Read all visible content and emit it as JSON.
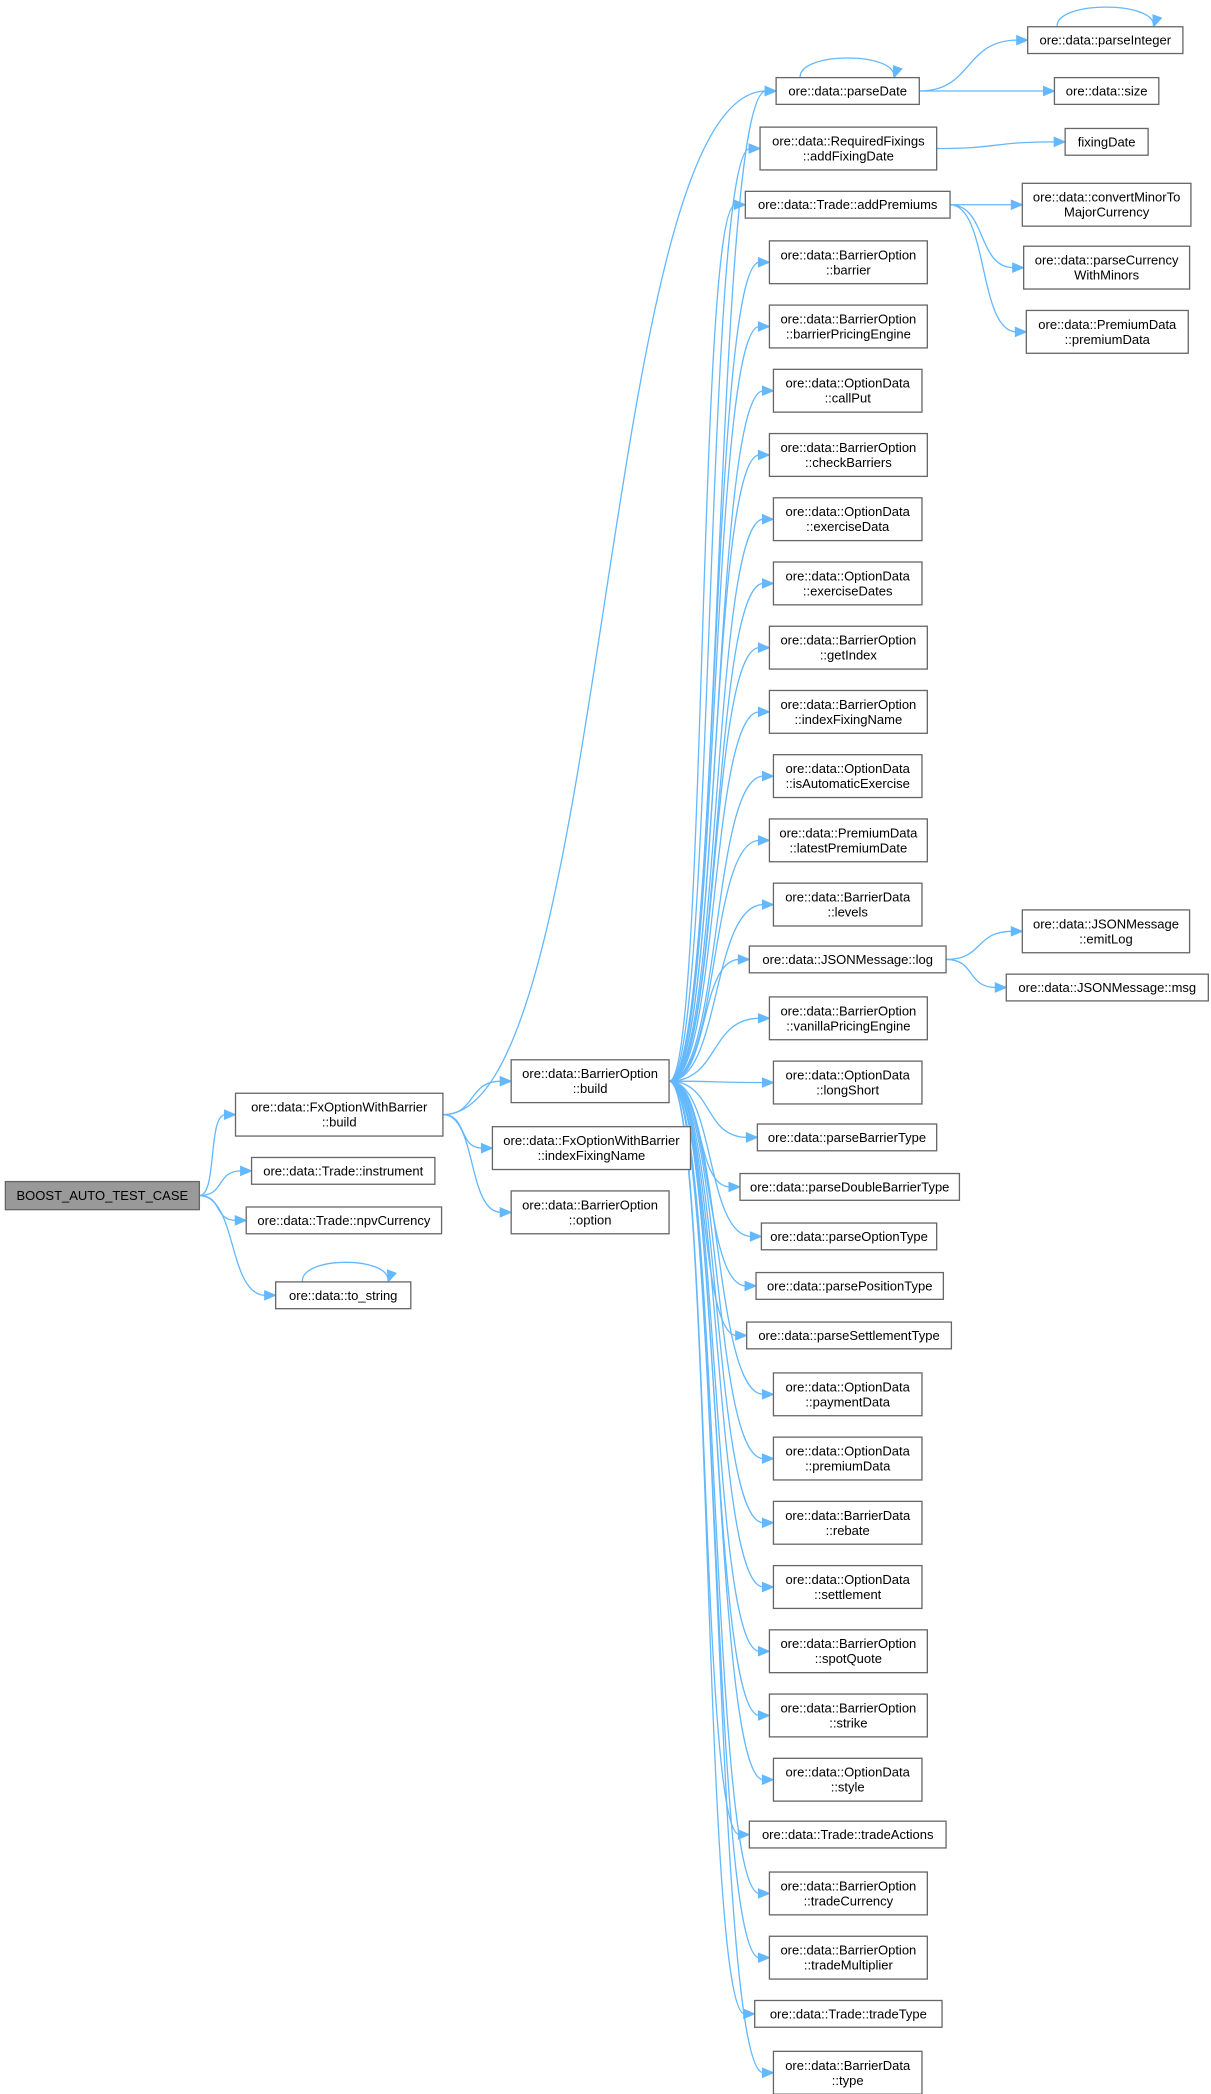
{
  "graph": {
    "root": "n_root",
    "nodes": [
      {
        "id": "n_root",
        "lines": [
          "BOOST_AUTO_TEST_CASE"
        ]
      },
      {
        "id": "n_fxbuild",
        "lines": [
          "ore::data::FxOptionWithBarrier",
          "::build"
        ]
      },
      {
        "id": "n_instrument",
        "lines": [
          "ore::data::Trade::instrument"
        ]
      },
      {
        "id": "n_npvcurrency",
        "lines": [
          "ore::data::Trade::npvCurrency"
        ]
      },
      {
        "id": "n_tostring",
        "lines": [
          "ore::data::to_string"
        ]
      },
      {
        "id": "n_bobuild",
        "lines": [
          "ore::data::BarrierOption",
          "::build"
        ]
      },
      {
        "id": "n_fxindexfixing",
        "lines": [
          "ore::data::FxOptionWithBarrier",
          "::indexFixingName"
        ]
      },
      {
        "id": "n_option",
        "lines": [
          "ore::data::BarrierOption",
          "::option"
        ]
      },
      {
        "id": "n_parsedate",
        "lines": [
          "ore::data::parseDate"
        ]
      },
      {
        "id": "n_addfixingdate",
        "lines": [
          "ore::data::RequiredFixings",
          "::addFixingDate"
        ]
      },
      {
        "id": "n_addpremiums",
        "lines": [
          "ore::data::Trade::addPremiums"
        ]
      },
      {
        "id": "n_barrier",
        "lines": [
          "ore::data::BarrierOption",
          "::barrier"
        ]
      },
      {
        "id": "n_barrierpricing",
        "lines": [
          "ore::data::BarrierOption",
          "::barrierPricingEngine"
        ]
      },
      {
        "id": "n_callput",
        "lines": [
          "ore::data::OptionData",
          "::callPut"
        ]
      },
      {
        "id": "n_checkbarriers",
        "lines": [
          "ore::data::BarrierOption",
          "::checkBarriers"
        ]
      },
      {
        "id": "n_exercisedata",
        "lines": [
          "ore::data::OptionData",
          "::exerciseData"
        ]
      },
      {
        "id": "n_exercisedates",
        "lines": [
          "ore::data::OptionData",
          "::exerciseDates"
        ]
      },
      {
        "id": "n_getindex",
        "lines": [
          "ore::data::BarrierOption",
          "::getIndex"
        ]
      },
      {
        "id": "n_indexfixingname",
        "lines": [
          "ore::data::BarrierOption",
          "::indexFixingName"
        ]
      },
      {
        "id": "n_isautomatic",
        "lines": [
          "ore::data::OptionData",
          "::isAutomaticExercise"
        ]
      },
      {
        "id": "n_latestpremium",
        "lines": [
          "ore::data::PremiumData",
          "::latestPremiumDate"
        ]
      },
      {
        "id": "n_levels",
        "lines": [
          "ore::data::BarrierData",
          "::levels"
        ]
      },
      {
        "id": "n_jsonlog",
        "lines": [
          "ore::data::JSONMessage::log"
        ]
      },
      {
        "id": "n_vanillapricing",
        "lines": [
          "ore::data::BarrierOption",
          "::vanillaPricingEngine"
        ]
      },
      {
        "id": "n_longshort",
        "lines": [
          "ore::data::OptionData",
          "::longShort"
        ]
      },
      {
        "id": "n_parsebarriertype",
        "lines": [
          "ore::data::parseBarrierType"
        ]
      },
      {
        "id": "n_parsedoublebarrier",
        "lines": [
          "ore::data::parseDoubleBarrierType"
        ]
      },
      {
        "id": "n_parseoptiontype",
        "lines": [
          "ore::data::parseOptionType"
        ]
      },
      {
        "id": "n_parsepositiontype",
        "lines": [
          "ore::data::parsePositionType"
        ]
      },
      {
        "id": "n_parsesettlementtype",
        "lines": [
          "ore::data::parseSettlementType"
        ]
      },
      {
        "id": "n_paymentdata",
        "lines": [
          "ore::data::OptionData",
          "::paymentData"
        ]
      },
      {
        "id": "n_premiumdata_od",
        "lines": [
          "ore::data::OptionData",
          "::premiumData"
        ]
      },
      {
        "id": "n_rebate",
        "lines": [
          "ore::data::BarrierData",
          "::rebate"
        ]
      },
      {
        "id": "n_settlement",
        "lines": [
          "ore::data::OptionData",
          "::settlement"
        ]
      },
      {
        "id": "n_spotquote",
        "lines": [
          "ore::data::BarrierOption",
          "::spotQuote"
        ]
      },
      {
        "id": "n_strike",
        "lines": [
          "ore::data::BarrierOption",
          "::strike"
        ]
      },
      {
        "id": "n_style",
        "lines": [
          "ore::data::OptionData",
          "::style"
        ]
      },
      {
        "id": "n_tradeactions",
        "lines": [
          "ore::data::Trade::tradeActions"
        ]
      },
      {
        "id": "n_tradecurrency",
        "lines": [
          "ore::data::BarrierOption",
          "::tradeCurrency"
        ]
      },
      {
        "id": "n_trademultiplier",
        "lines": [
          "ore::data::BarrierOption",
          "::tradeMultiplier"
        ]
      },
      {
        "id": "n_tradetype",
        "lines": [
          "ore::data::Trade::tradeType"
        ]
      },
      {
        "id": "n_type",
        "lines": [
          "ore::data::BarrierData",
          "::type"
        ]
      },
      {
        "id": "n_parseinteger",
        "lines": [
          "ore::data::parseInteger"
        ]
      },
      {
        "id": "n_size",
        "lines": [
          "ore::data::size"
        ]
      },
      {
        "id": "n_fixingdate",
        "lines": [
          "fixingDate"
        ]
      },
      {
        "id": "n_convertminor",
        "lines": [
          "ore::data::convertMinorTo",
          "MajorCurrency"
        ]
      },
      {
        "id": "n_parsecurrency",
        "lines": [
          "ore::data::parseCurrency",
          "WithMinors"
        ]
      },
      {
        "id": "n_premiumdata_pd",
        "lines": [
          "ore::data::PremiumData",
          "::premiumData"
        ]
      },
      {
        "id": "n_emitlog",
        "lines": [
          "ore::data::JSONMessage",
          "::emitLog"
        ]
      },
      {
        "id": "n_msg",
        "lines": [
          "ore::data::JSONMessage::msg"
        ]
      }
    ],
    "edges": [
      [
        "n_root",
        "n_fxbuild"
      ],
      [
        "n_root",
        "n_instrument"
      ],
      [
        "n_root",
        "n_npvcurrency"
      ],
      [
        "n_root",
        "n_tostring"
      ],
      [
        "n_tostring",
        "n_tostring"
      ],
      [
        "n_fxbuild",
        "n_bobuild"
      ],
      [
        "n_fxbuild",
        "n_fxindexfixing"
      ],
      [
        "n_fxbuild",
        "n_option"
      ],
      [
        "n_fxbuild",
        "n_parsedate"
      ],
      [
        "n_bobuild",
        "n_parsedate"
      ],
      [
        "n_bobuild",
        "n_addfixingdate"
      ],
      [
        "n_bobuild",
        "n_addpremiums"
      ],
      [
        "n_bobuild",
        "n_barrier"
      ],
      [
        "n_bobuild",
        "n_barrierpricing"
      ],
      [
        "n_bobuild",
        "n_callput"
      ],
      [
        "n_bobuild",
        "n_checkbarriers"
      ],
      [
        "n_bobuild",
        "n_exercisedata"
      ],
      [
        "n_bobuild",
        "n_exercisedates"
      ],
      [
        "n_bobuild",
        "n_getindex"
      ],
      [
        "n_bobuild",
        "n_indexfixingname"
      ],
      [
        "n_bobuild",
        "n_isautomatic"
      ],
      [
        "n_bobuild",
        "n_latestpremium"
      ],
      [
        "n_bobuild",
        "n_levels"
      ],
      [
        "n_bobuild",
        "n_jsonlog"
      ],
      [
        "n_bobuild",
        "n_vanillapricing"
      ],
      [
        "n_bobuild",
        "n_longshort"
      ],
      [
        "n_bobuild",
        "n_parsebarriertype"
      ],
      [
        "n_bobuild",
        "n_parsedoublebarrier"
      ],
      [
        "n_bobuild",
        "n_parseoptiontype"
      ],
      [
        "n_bobuild",
        "n_parsepositiontype"
      ],
      [
        "n_bobuild",
        "n_parsesettlementtype"
      ],
      [
        "n_bobuild",
        "n_paymentdata"
      ],
      [
        "n_bobuild",
        "n_premiumdata_od"
      ],
      [
        "n_bobuild",
        "n_rebate"
      ],
      [
        "n_bobuild",
        "n_settlement"
      ],
      [
        "n_bobuild",
        "n_spotquote"
      ],
      [
        "n_bobuild",
        "n_strike"
      ],
      [
        "n_bobuild",
        "n_style"
      ],
      [
        "n_bobuild",
        "n_tradeactions"
      ],
      [
        "n_bobuild",
        "n_tradecurrency"
      ],
      [
        "n_bobuild",
        "n_trademultiplier"
      ],
      [
        "n_bobuild",
        "n_tradetype"
      ],
      [
        "n_bobuild",
        "n_type"
      ],
      [
        "n_parsedate",
        "n_parsedate"
      ],
      [
        "n_parsedate",
        "n_parseinteger"
      ],
      [
        "n_parsedate",
        "n_size"
      ],
      [
        "n_parseinteger",
        "n_parseinteger"
      ],
      [
        "n_addfixingdate",
        "n_fixingdate"
      ],
      [
        "n_addpremiums",
        "n_convertminor"
      ],
      [
        "n_addpremiums",
        "n_parsecurrency"
      ],
      [
        "n_addpremiums",
        "n_premiumdata_pd"
      ],
      [
        "n_jsonlog",
        "n_emitlog"
      ],
      [
        "n_jsonlog",
        "n_msg"
      ]
    ],
    "colors": {
      "edge": "#63b8ff",
      "root_fill": "#999999",
      "node_border": "#666666"
    }
  }
}
